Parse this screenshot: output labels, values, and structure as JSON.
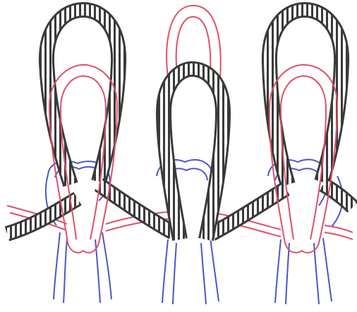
{
  "colors": {
    "background": "#ffffff",
    "dark_strand": "#3a3a3a",
    "dark_fill": "#ffffff",
    "red_strand": "#e0506a",
    "blue_strand": "#4a56c8"
  },
  "figure": {
    "strand_types": [
      "dark-striped-cord",
      "red-double-line-cord",
      "blue-double-line-cord"
    ]
  }
}
